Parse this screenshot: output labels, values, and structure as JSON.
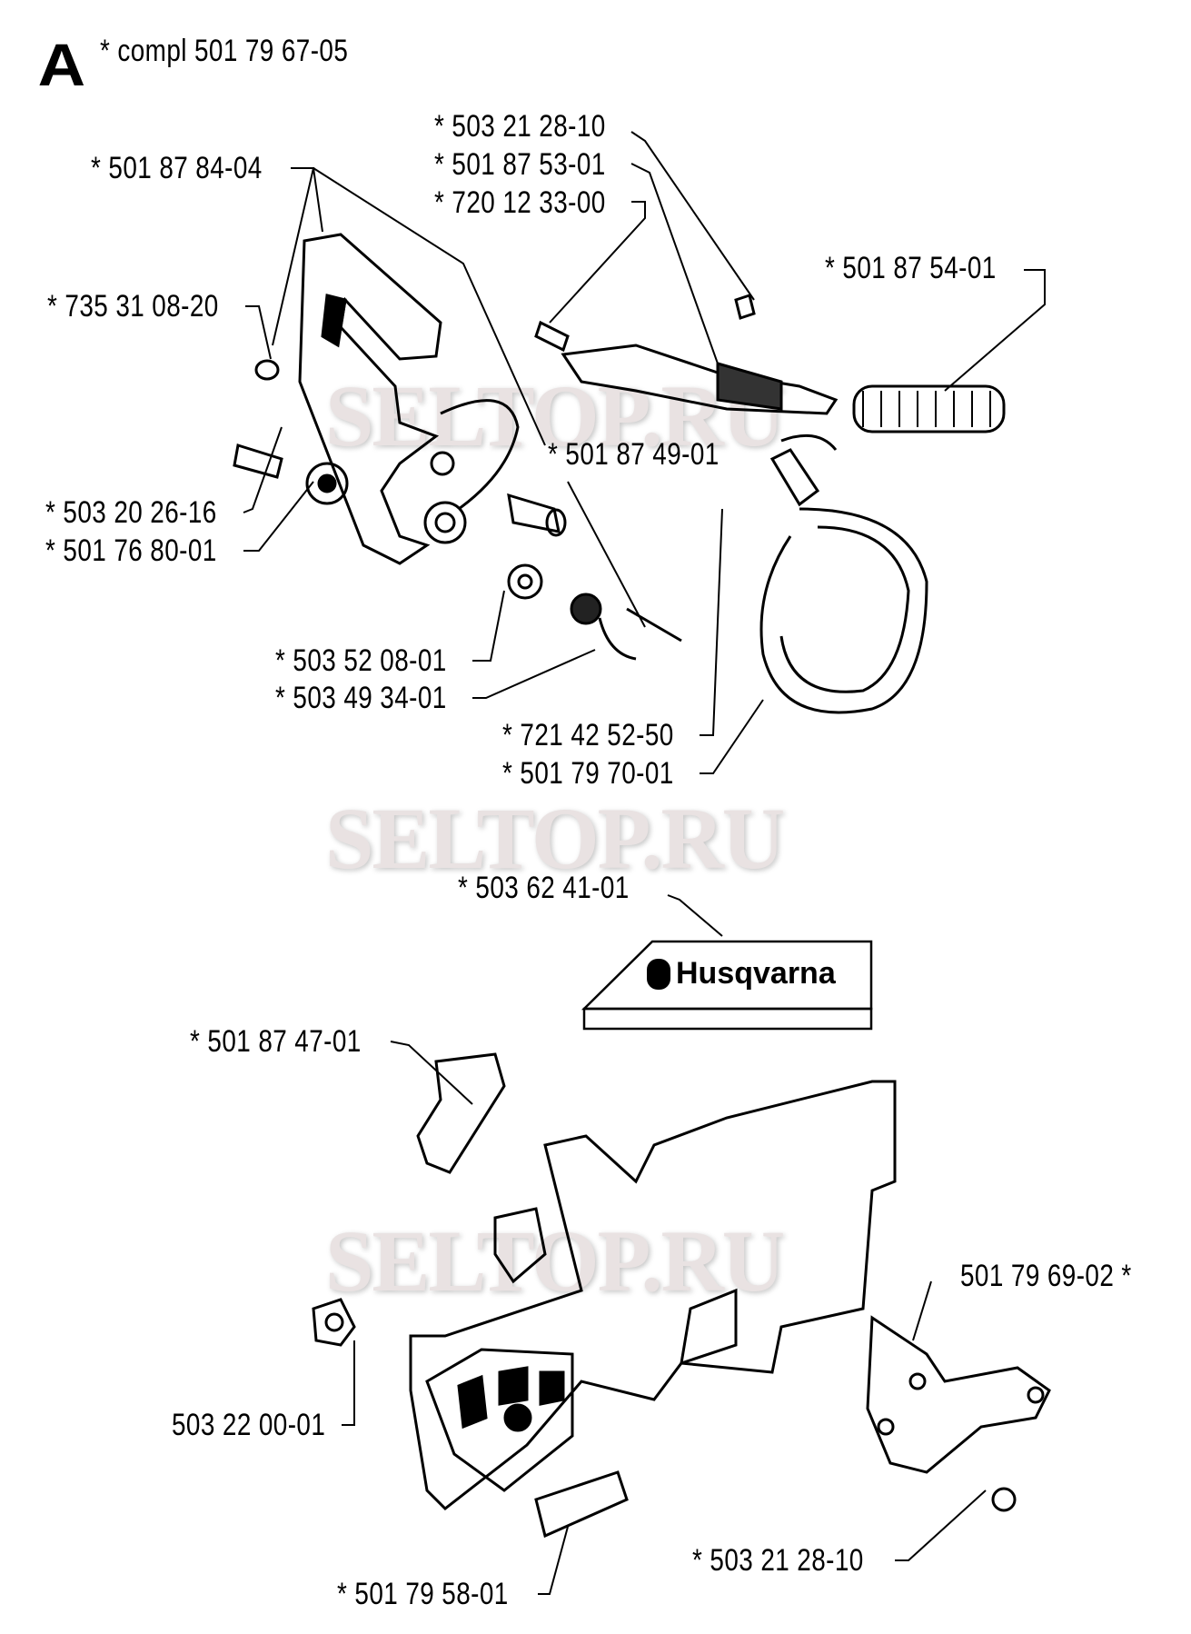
{
  "section": {
    "letter": "A",
    "assembly_label": "* compl 501 79 67-05"
  },
  "labels": {
    "p1": "* 501 87 84-04",
    "p2": "* 735 31 08-20",
    "p3": "* 503 20 26-16",
    "p4": "* 501 76 80-01",
    "p5": "* 503 21 28-10",
    "p6": "* 501 87 53-01",
    "p7": "* 720 12 33-00",
    "p8": "* 501 87 54-01",
    "p9": "* 501 87 49-01",
    "p10": "* 503 52 08-01",
    "p11": "* 503 49 34-01",
    "p12": "* 721 42 52-50",
    "p13": "* 501 79 70-01",
    "p14": "* 503 62 41-01",
    "p15": "* 501 87 47-01",
    "p16": "501 79 69-02 *",
    "p17": "503 22 00-01",
    "p18": "* 503 21 28-10",
    "p19": "* 501 79 58-01"
  },
  "decal_brand": "Husqvarna",
  "watermark": "SELTOP.RU"
}
